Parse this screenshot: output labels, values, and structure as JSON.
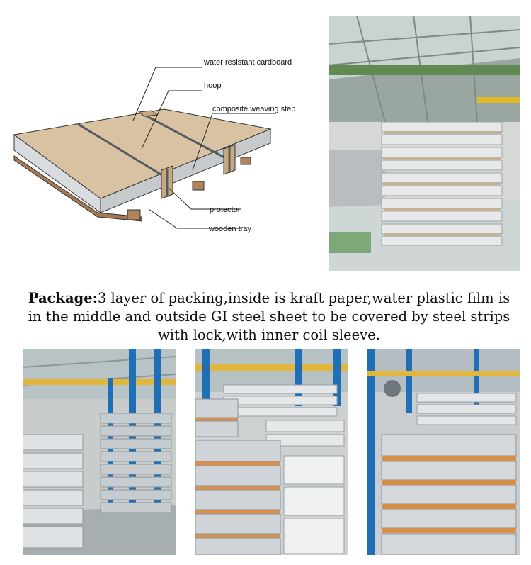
{
  "diagram": {
    "labels": {
      "cardboard": "water resistant cardboard",
      "hoop": "hoop",
      "weaving": "composite weaving step",
      "protector": "protector",
      "tray": "wooden tray"
    }
  },
  "package": {
    "label": "Package:",
    "text": "3 layer of packing,inside is kraft paper,water plastic film is in the middle and outside GI steel sheet to be covered by steel strips with lock,with inner coil sleeve."
  },
  "colors": {
    "cardboard": "#d8c2a2",
    "steel": "#c9ccce",
    "wood": "#a67a50",
    "hoop": "#555b62",
    "factory_green": "#5f8a52",
    "crane_blue": "#1f6fb7"
  }
}
